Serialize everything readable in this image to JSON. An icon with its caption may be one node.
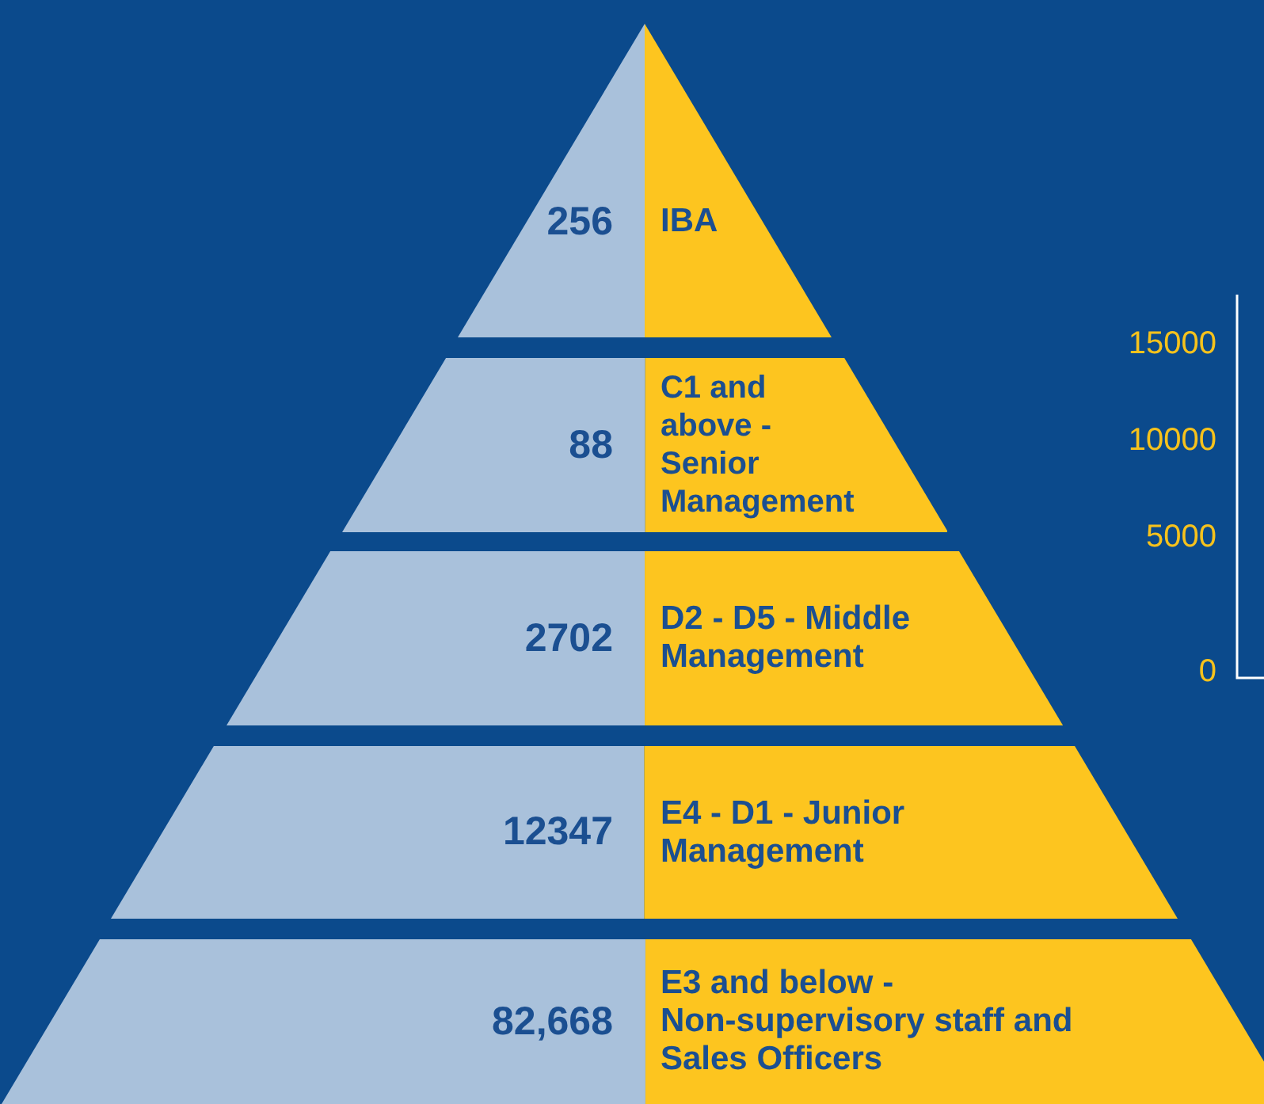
{
  "diagram": {
    "nodes": [
      {
        "text": [
          "256",
          "IBA"
        ]
      },
      {
        "text": [
          "88",
          "C1 and above - Senior Management"
        ]
      },
      {
        "text": [
          "2702",
          "D2 - D5 - Middle Management"
        ]
      },
      {
        "text": [
          "12347",
          "E4 - D1 - Junior Management"
        ]
      },
      {
        "text": [
          "82,668",
          "E3 and below - Non-supervisory staff and Sales Officers"
        ]
      }
    ],
    "edges": [],
    "labels": [
      "15000",
      "10000",
      "5000",
      "0"
    ]
  }
}
